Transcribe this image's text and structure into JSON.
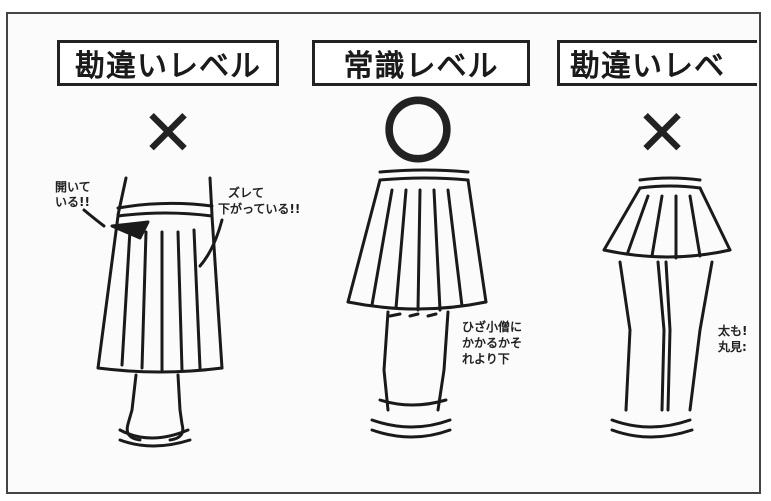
{
  "labels": {
    "left": "勘違いレベル",
    "center": "常識レベル",
    "right": "勘違いレベ"
  },
  "marks": {
    "left": "✕",
    "center": "〇",
    "right": "✕"
  },
  "annotations": {
    "open_1": "開いて",
    "open_2": "いる!!",
    "slip_1": "ズレて",
    "slip_2": "下がっている!!",
    "knee_1": "ひざ小僧に",
    "knee_2": "かかるかそ",
    "knee_3": "れより下",
    "thick_1": "太も!",
    "thick_2": "丸見:"
  },
  "colors": {
    "ink": "#1a1a1a",
    "paper": "#fbfbfb"
  }
}
